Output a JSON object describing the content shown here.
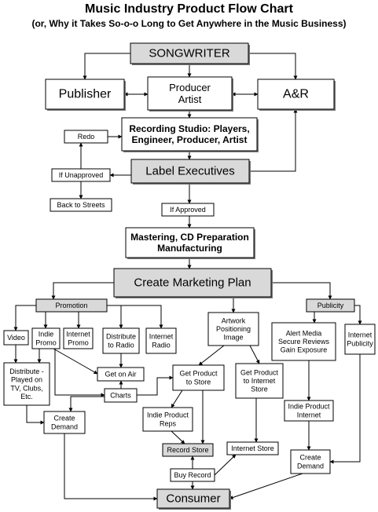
{
  "title": "Music Industry Product Flow Chart",
  "subtitle": "(or, Why it Takes So-o-o Long to Get Anywhere in the Music Business)",
  "nodes": {
    "songwriter": "SONGWRITER",
    "publisher": "Publisher",
    "producer_artist": [
      "Producer",
      "Artist"
    ],
    "ar": "A&R",
    "recording_studio": [
      "Recording Studio: Players,",
      "Engineer, Producer, Artist"
    ],
    "redo": "Redo",
    "label_executives": "Label Executives",
    "if_unapproved": "If Unapproved",
    "back_to_streets": "Back to Streets",
    "if_approved": "If Approved",
    "mastering": [
      "Mastering, CD Preparation",
      "Manufacturing"
    ],
    "create_marketing_plan": "Create Marketing Plan",
    "promotion": "Promotion",
    "publicity": "Publicity",
    "video": "Video",
    "indie_promo": [
      "Indie",
      "Promo"
    ],
    "internet_promo": [
      "Internet",
      "Promo"
    ],
    "distribute_to_radio": [
      "Distribute",
      "to Radio"
    ],
    "internet_radio": [
      "Internet",
      "Radio"
    ],
    "artwork_positioning_image": [
      "Artwork",
      "Positioning",
      "Image"
    ],
    "alert_media": [
      "Alert Media",
      "Secure Reviews",
      "Gain Exposure"
    ],
    "internet_publicity": [
      "Internet",
      "Publicity"
    ],
    "distribute_played": [
      "Distribute -",
      "Played on",
      "TV, Clubs,",
      "Etc."
    ],
    "get_on_air": "Get on Air",
    "charts": "Charts",
    "get_product_to_store": [
      "Get Product",
      "to Store"
    ],
    "get_product_to_internet_store": [
      "Get Product",
      "to Internet",
      "Store"
    ],
    "indie_product_internet": [
      "Indie Product",
      "Internet"
    ],
    "create_demand_left": [
      "Create",
      "Demand"
    ],
    "indie_product_reps": [
      "Indie Product",
      "Reps"
    ],
    "record_store": "Record Store",
    "internet_store": "Internet Store",
    "create_demand_right": [
      "Create",
      "Demand"
    ],
    "buy_record": "Buy Record",
    "consumer": "Consumer"
  },
  "colors": {
    "shaded_box": "#d9d9d9",
    "line": "#000000",
    "background": "#ffffff"
  }
}
